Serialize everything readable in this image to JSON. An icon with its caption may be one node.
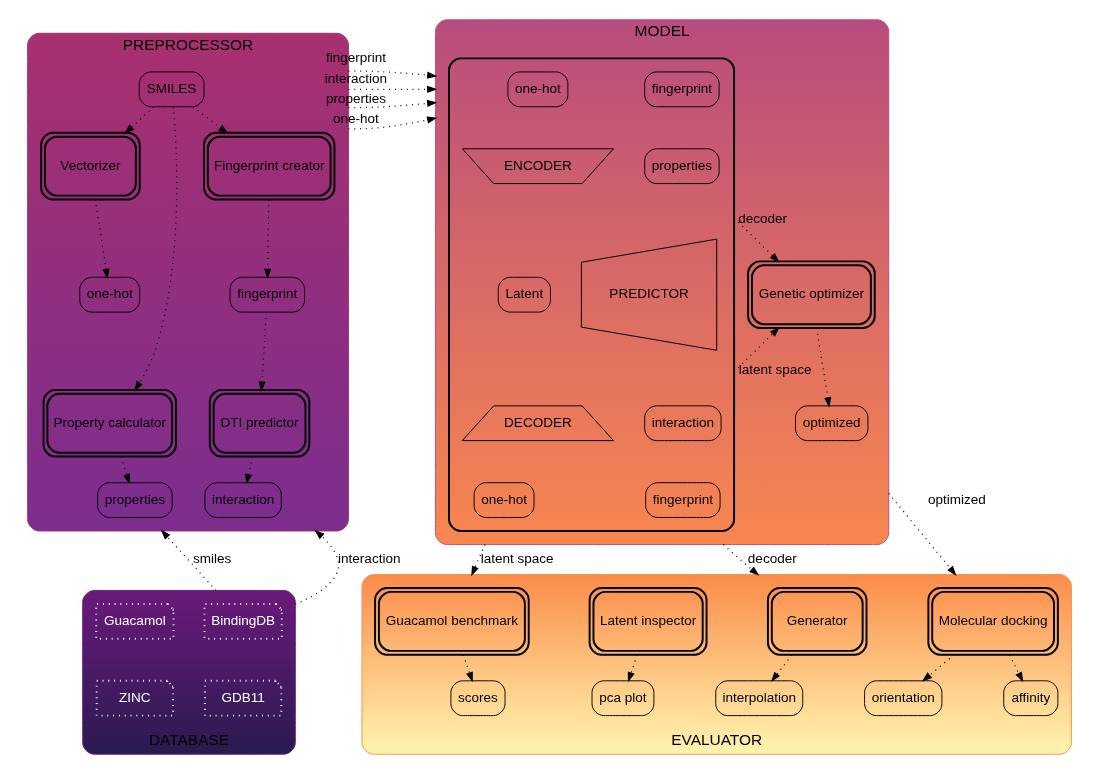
{
  "diagram": {
    "nodes": [
      {
        "text": [
          "PREPROCESSOR"
        ]
      },
      {
        "text": [
          "SMILES"
        ],
        "in": 0
      },
      {
        "text": [
          "Vectorizer"
        ],
        "in": 0
      },
      {
        "text": [
          "Fingerprint creator"
        ],
        "in": 0
      },
      {
        "text": [
          "one-hot"
        ],
        "in": 0
      },
      {
        "text": [
          "fingerprint"
        ],
        "in": 0
      },
      {
        "text": [
          "Property calculator"
        ],
        "in": 0
      },
      {
        "text": [
          "DTI predictor"
        ],
        "in": 0
      },
      {
        "text": [
          "properties"
        ],
        "in": 0
      },
      {
        "text": [
          "interaction"
        ],
        "in": 0
      },
      {
        "text": [
          "MODEL"
        ]
      },
      {
        "text": [],
        "shape": "box",
        "in": 10
      },
      {
        "text": [
          "one-hot"
        ],
        "in": 11
      },
      {
        "text": [
          "fingerprint"
        ],
        "in": 11
      },
      {
        "text": [
          "ENCODER"
        ],
        "in": 11
      },
      {
        "text": [
          "Latent"
        ],
        "in": 11
      },
      {
        "text": [
          "PREDICTOR"
        ],
        "in": 11
      },
      {
        "text": [
          "properties"
        ],
        "in": 11
      },
      {
        "text": [
          "interaction"
        ],
        "in": 11
      },
      {
        "text": [
          "DECODER"
        ],
        "in": 11
      },
      {
        "text": [
          "one-hot"
        ],
        "in": 11
      },
      {
        "text": [
          "fingerprint"
        ],
        "in": 11
      },
      {
        "text": [
          "Genetic optimizer"
        ],
        "in": 10
      },
      {
        "text": [
          "optimized"
        ],
        "in": 10
      },
      {
        "text": [
          "DATABASE"
        ]
      },
      {
        "text": [
          "Guacamol"
        ],
        "in": 24
      },
      {
        "text": [
          "BindingDB"
        ],
        "in": 24
      },
      {
        "text": [
          "ZINC"
        ],
        "in": 24
      },
      {
        "text": [
          "GDB11"
        ],
        "in": 24
      },
      {
        "text": [
          "EVALUATOR"
        ]
      },
      {
        "text": [
          "Guacamol benchmark"
        ],
        "in": 29
      },
      {
        "text": [
          "Latent inspector"
        ],
        "in": 29
      },
      {
        "text": [
          "Generator"
        ],
        "in": 29
      },
      {
        "text": [
          "Molecular docking"
        ],
        "in": 29
      },
      {
        "text": [
          "scores"
        ],
        "in": 29
      },
      {
        "text": [
          "pca plot"
        ],
        "in": 29
      },
      {
        "text": [
          "interpolation"
        ],
        "in": 29
      },
      {
        "text": [
          "orientation"
        ],
        "in": 29
      },
      {
        "text": [
          "affinity"
        ],
        "in": 29
      }
    ],
    "edges": [
      {
        "from": 1,
        "to": 2,
        "arrow": "to"
      },
      {
        "from": 1,
        "to": 3,
        "arrow": "to"
      },
      {
        "from": 1,
        "to": 6,
        "arrow": "to"
      },
      {
        "from": 2,
        "to": 4,
        "arrow": "to"
      },
      {
        "from": 3,
        "to": 5,
        "arrow": "to"
      },
      {
        "from": 5,
        "to": 7,
        "arrow": "to"
      },
      {
        "from": 6,
        "to": 8,
        "arrow": "to"
      },
      {
        "from": 7,
        "to": 9,
        "arrow": "to"
      },
      {
        "from": 0,
        "to": 10,
        "arrow": "to",
        "label": "interaction"
      },
      {
        "from": 0,
        "to": 10,
        "arrow": "to",
        "label": "properties"
      },
      {
        "from": 0,
        "to": 10,
        "arrow": "to",
        "label": "fingerprint"
      },
      {
        "from": 0,
        "to": 10,
        "arrow": "to",
        "label": "one-hot"
      },
      {
        "from": 11,
        "to": 22,
        "arrow": "to",
        "label": "decoder"
      },
      {
        "from": 11,
        "to": 22,
        "arrow": "to",
        "label": "latent space"
      },
      {
        "from": 22,
        "to": 23,
        "arrow": "to"
      },
      {
        "from": 24,
        "to": 0,
        "arrow": "to",
        "label": "smiles"
      },
      {
        "from": 24,
        "to": 0,
        "arrow": "to",
        "label": "interaction"
      },
      {
        "from": 10,
        "to": 29,
        "arrow": "to",
        "label": "latent space"
      },
      {
        "from": 10,
        "to": 29,
        "arrow": "to",
        "label": "decoder"
      },
      {
        "from": 10,
        "to": 29,
        "arrow": "to",
        "label": "optimized"
      },
      {
        "from": 30,
        "to": 34,
        "arrow": "to"
      },
      {
        "from": 31,
        "to": 35,
        "arrow": "to"
      },
      {
        "from": 32,
        "to": 36,
        "arrow": "to"
      },
      {
        "from": 33,
        "to": 37,
        "arrow": "to"
      },
      {
        "from": 33,
        "to": 38,
        "arrow": "to"
      }
    ]
  }
}
